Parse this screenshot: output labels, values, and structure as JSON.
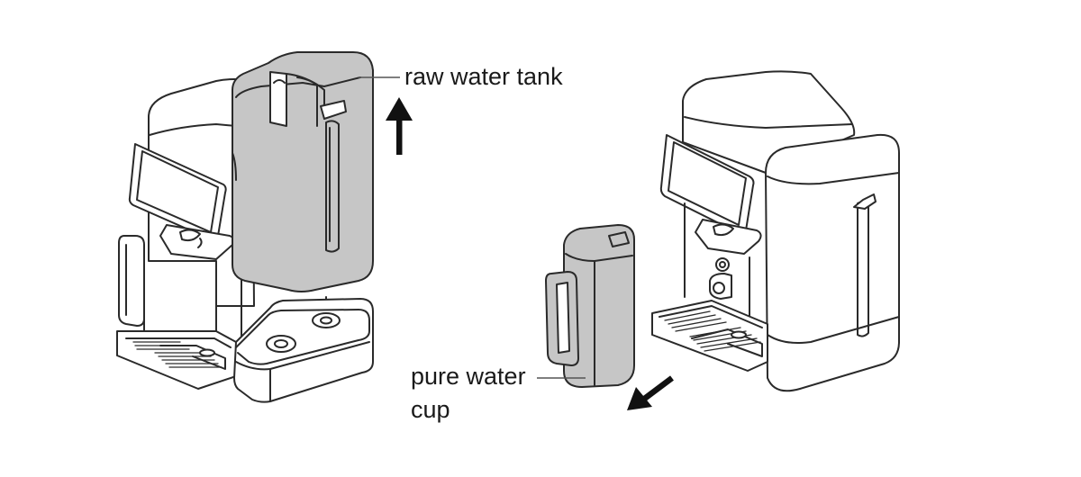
{
  "labels": {
    "raw_water_tank": "raw water tank",
    "pure_water_cup_line1": "pure water",
    "pure_water_cup_line2": "cup"
  },
  "colors": {
    "line": "#2a2a2a",
    "tank_fill": "#c6c6c6",
    "background": "#ffffff",
    "arrow": "#111111"
  }
}
